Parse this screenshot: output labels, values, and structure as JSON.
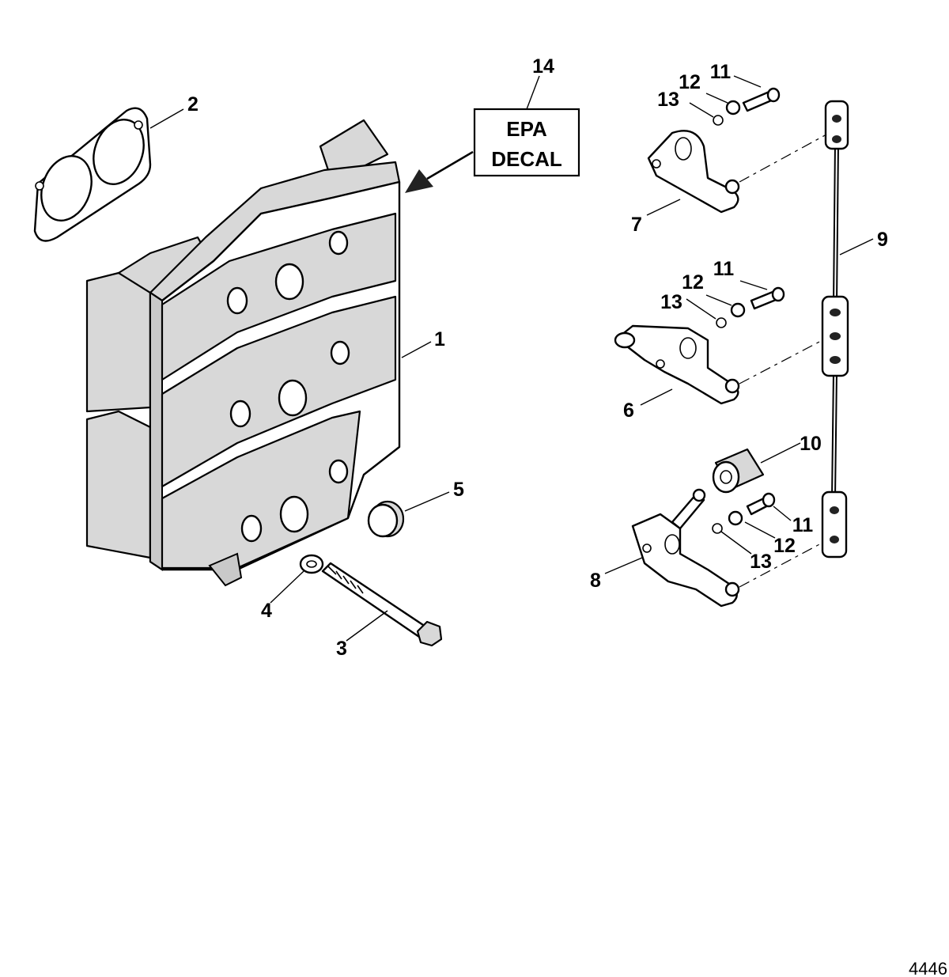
{
  "decal": {
    "lines": [
      "EPA",
      "DECAL"
    ]
  },
  "callouts": [
    "1",
    "2",
    "3",
    "4",
    "5",
    "6",
    "7",
    "8",
    "9",
    "10",
    "11",
    "11",
    "11",
    "12",
    "12",
    "12",
    "13",
    "13",
    "13",
    "14"
  ],
  "figure_number": "4446"
}
